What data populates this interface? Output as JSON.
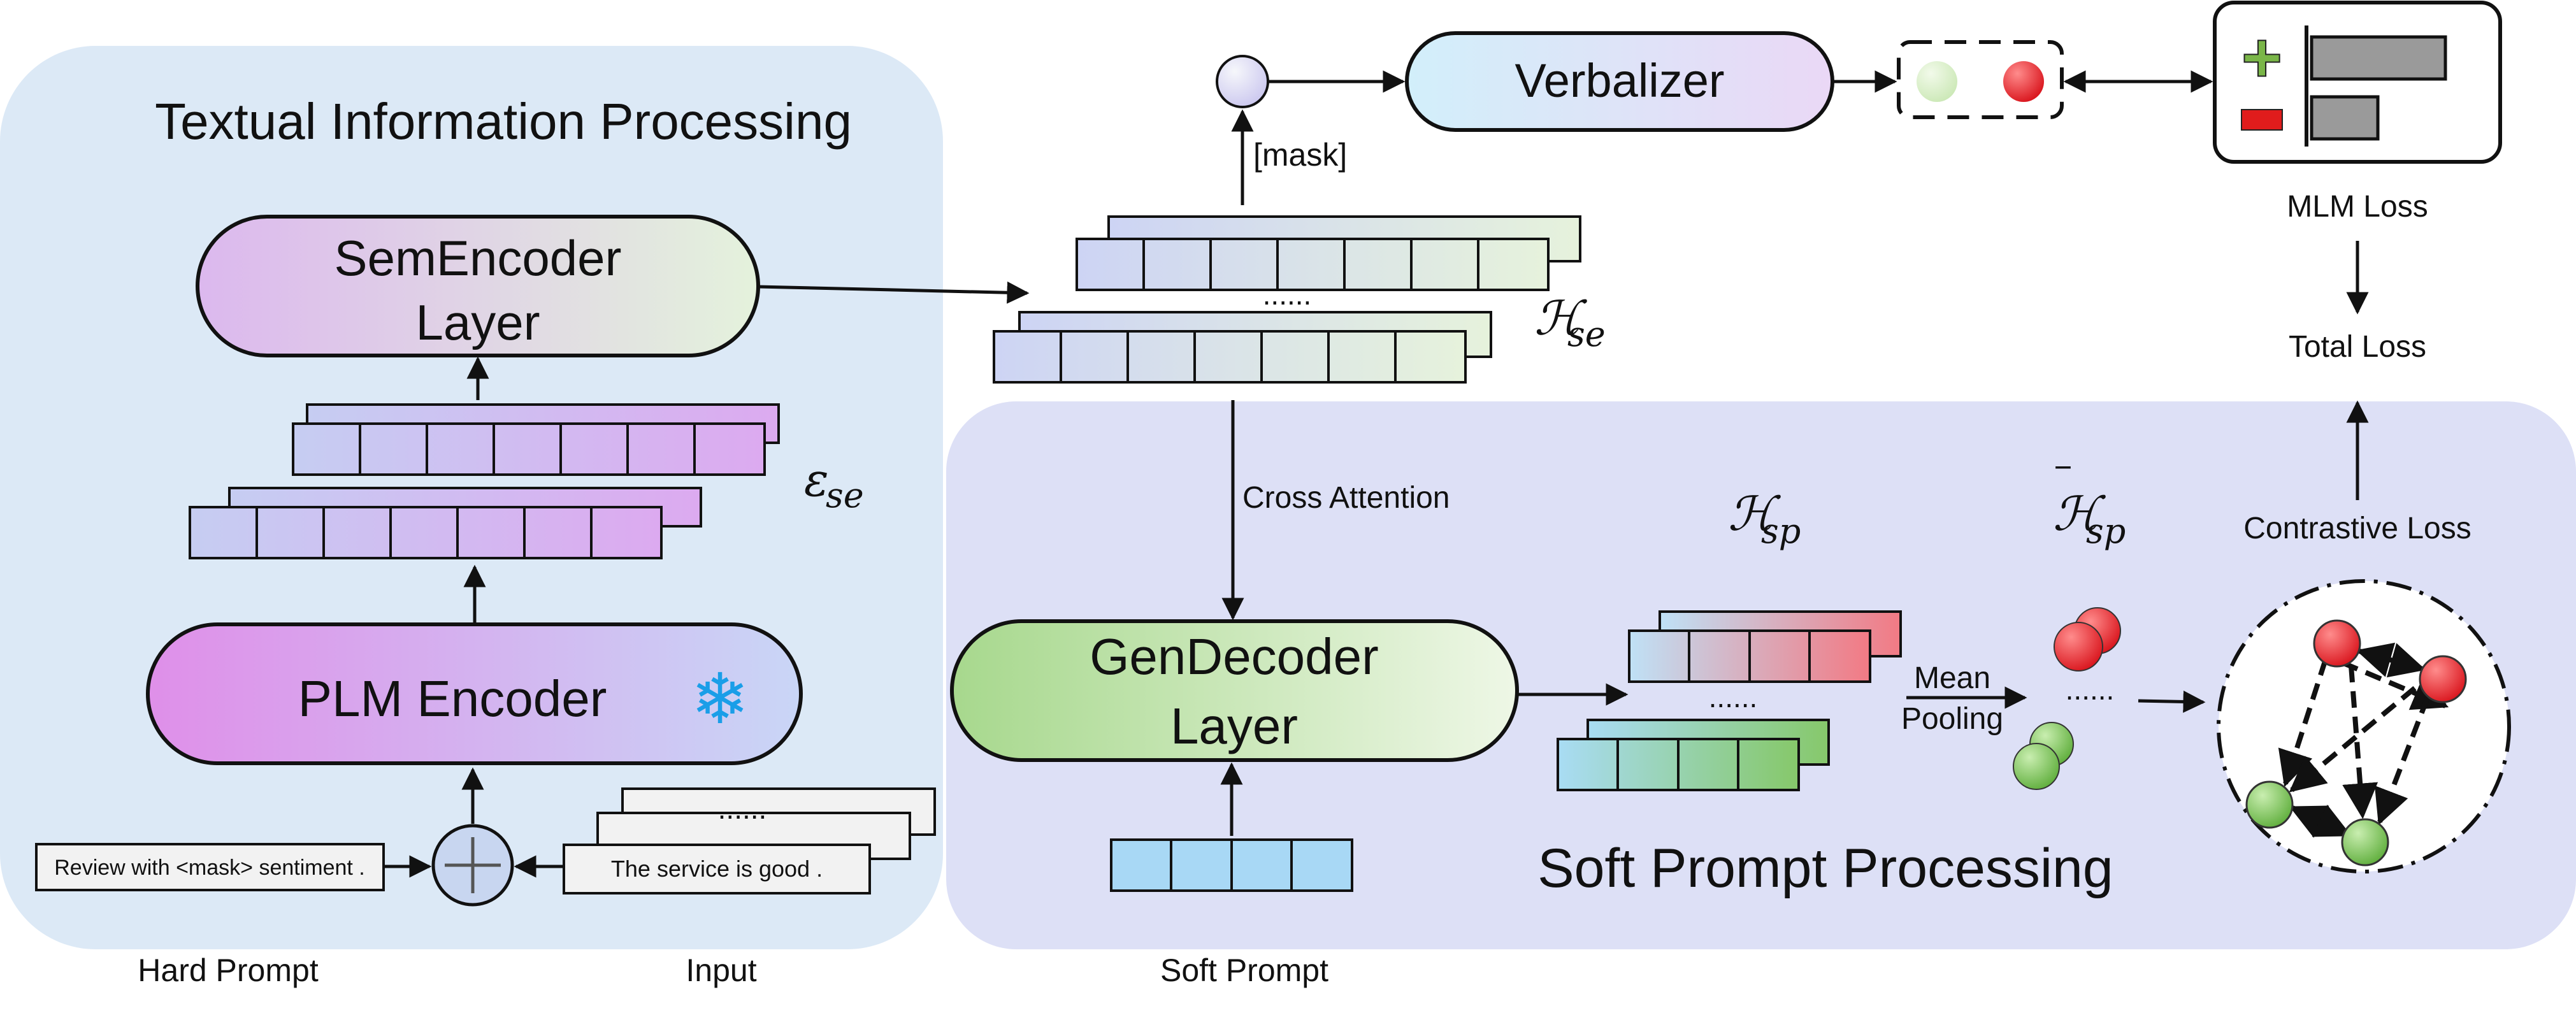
{
  "sections": {
    "textual_title": "Textual Information Processing",
    "soft_title": "Soft Prompt Processing"
  },
  "blocks": {
    "semencoder_line1": "SemEncoder",
    "semencoder_line2": "Layer",
    "plm_encoder": "PLM Encoder",
    "gendecoder_line1": "GenDecoder",
    "gendecoder_line2": "Layer",
    "verbalizer": "Verbalizer"
  },
  "inputs": {
    "hard_prompt_text": "Review with <mask> sentiment .",
    "input_text": "The service is good .",
    "ellipsis": "......"
  },
  "captions": {
    "hard_prompt": "Hard Prompt",
    "input": "Input",
    "soft_prompt": "Soft Prompt"
  },
  "edge_labels": {
    "mask": "[mask]",
    "cross_attention": "Cross Attention",
    "mean_pooling_line1": "Mean",
    "mean_pooling_line2": "Pooling",
    "mlm_loss": "MLM Loss",
    "total_loss": "Total Loss",
    "contrastive_loss": "Contrastive Loss"
  },
  "symbols": {
    "e_se_main": "ε",
    "e_se_sub": "se",
    "h_se_main": "ℋ",
    "h_se_sub": "se",
    "h_sp_main": "ℋ",
    "h_sp_sub": "sp",
    "hbar_sp_main": "ℋ",
    "hbar_sp_sub": "sp",
    "hbar_bar": "‾",
    "snowflake": "❄",
    "plus_sign": "+",
    "ellipsis": "......"
  },
  "colors": {
    "textual_panel": "#dce9f6",
    "soft_panel": "#dde0f6",
    "node_red": "#e8424a",
    "node_green": "#7cc55a",
    "gray_bar": "#9a9a9a",
    "plus_green": "#7ab648",
    "minus_red": "#e01c1c"
  }
}
